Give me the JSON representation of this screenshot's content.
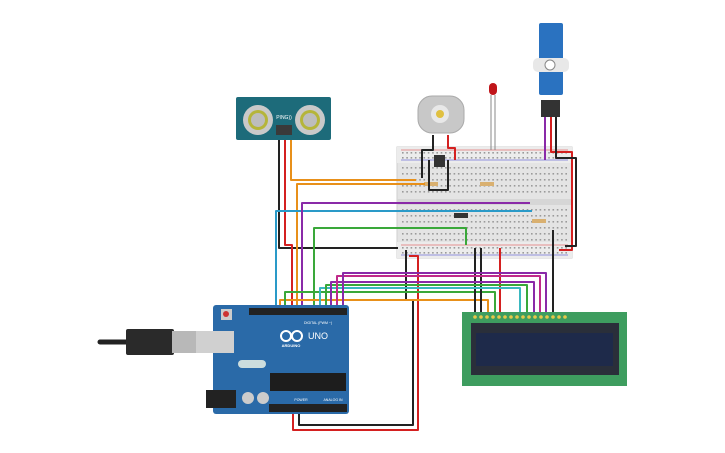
{
  "arduino": {
    "brand": "ARDUINO",
    "model": "UNO",
    "digital_label": "DIGITAL (PWM ~)",
    "power_label": "POWER",
    "analog_label": "ANALOG IN",
    "color": "#2a6aa8"
  },
  "ultrasonic": {
    "label": "PING))",
    "color": "#1d6b7a"
  },
  "lcd": {
    "pcb_color": "#3e9d5f",
    "screen_color": "#1e2a4a"
  },
  "breadboard": {
    "color": "#e6e6e6"
  },
  "led": {
    "color": "#c0151a"
  },
  "servo": {
    "color": "#2a72c0"
  },
  "wire_colors": {
    "red": "#d42020",
    "black": "#222222",
    "orange": "#e8901a",
    "purple": "#8a2aa8",
    "teal": "#2a9ac8",
    "green": "#3aa83a",
    "pink": "#c02a8a",
    "cyan": "#3ab8c0"
  }
}
